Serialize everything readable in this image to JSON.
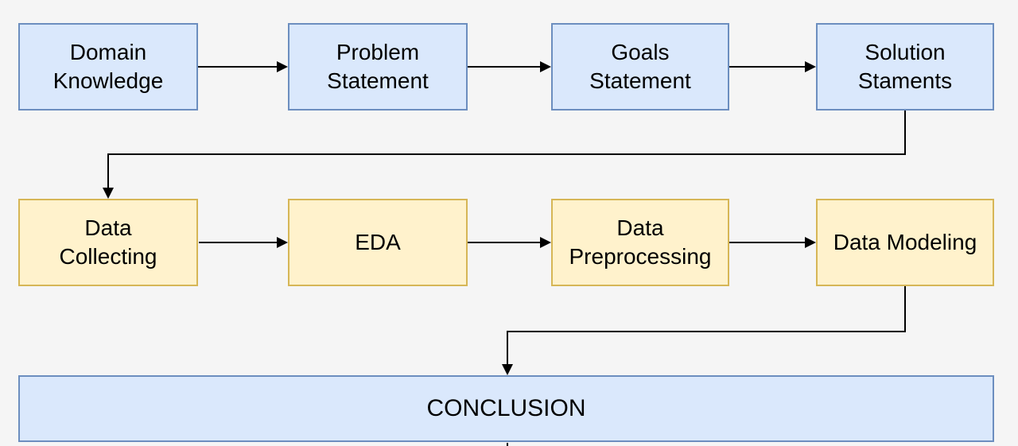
{
  "colors": {
    "background": "#f5f5f5",
    "stage_fill": "#dae8fc",
    "stage_border": "#6c8ebf",
    "step_fill": "#fff2cc",
    "step_border": "#d6b656",
    "connector": "#000000",
    "text": "#000000"
  },
  "nodes": {
    "row1": [
      {
        "id": "domain-knowledge",
        "label": "Domain\nKnowledge"
      },
      {
        "id": "problem-statement",
        "label": "Problem\nStatement"
      },
      {
        "id": "goals-statement",
        "label": "Goals\nStatement"
      },
      {
        "id": "solution-staments",
        "label": "Solution\nStaments"
      }
    ],
    "row2": [
      {
        "id": "data-collecting",
        "label": "Data\nCollecting"
      },
      {
        "id": "eda",
        "label": "EDA"
      },
      {
        "id": "data-preprocessing",
        "label": "Data\nPreprocessing"
      },
      {
        "id": "data-modeling",
        "label": "Data Modeling"
      }
    ],
    "conclusion": {
      "id": "conclusion",
      "label": "CONCLUSION"
    }
  }
}
